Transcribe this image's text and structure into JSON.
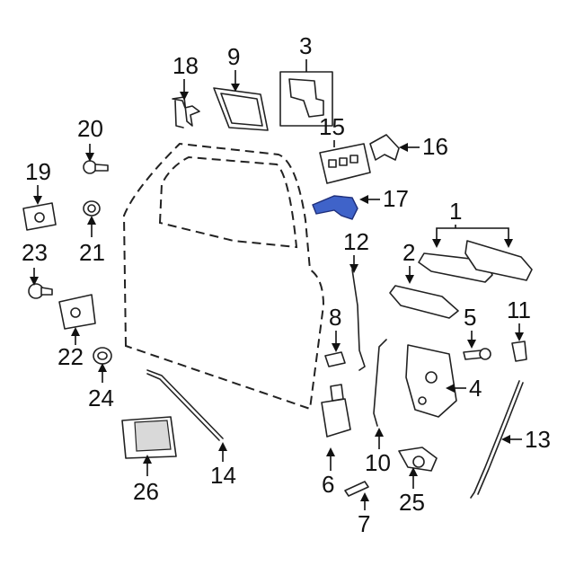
{
  "callouts": {
    "c1": "1",
    "c2": "2",
    "c3": "3",
    "c4": "4",
    "c5": "5",
    "c6": "6",
    "c7": "7",
    "c8": "8",
    "c9": "9",
    "c10": "10",
    "c11": "11",
    "c12": "12",
    "c13": "13",
    "c14": "14",
    "c15": "15",
    "c16": "16",
    "c17": "17",
    "c18": "18",
    "c19": "19",
    "c20": "20",
    "c21": "21",
    "c22": "22",
    "c23": "23",
    "c24": "24",
    "c25": "25",
    "c26": "26"
  },
  "highlight_color": "#3f63c9"
}
